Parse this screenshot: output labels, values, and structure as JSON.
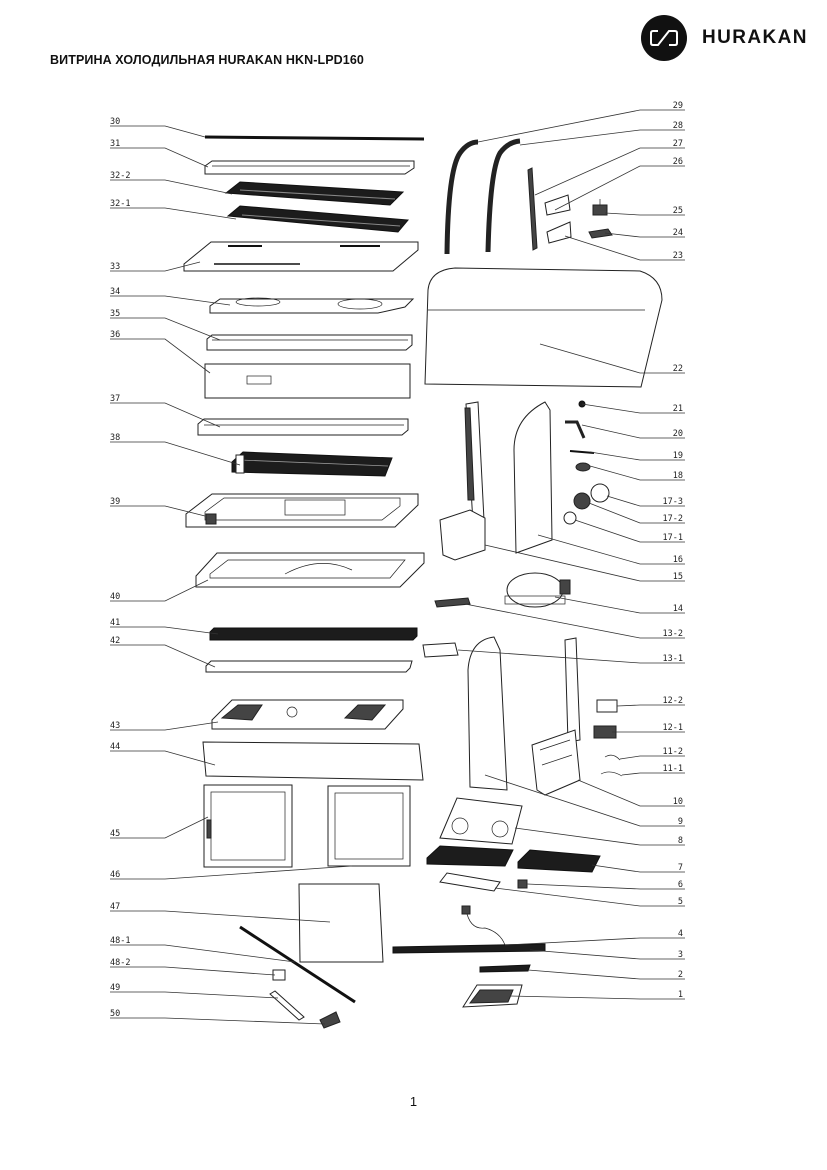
{
  "document": {
    "title": "ВИТРИНА ХОЛОДИЛЬНАЯ HURAKAN HKN-LPD160",
    "brand": "HURAKAN",
    "page_number": "1"
  },
  "icons": {
    "brand_logo": "hurakan-logo-icon"
  },
  "callouts_left": [
    "30",
    "31",
    "32-2",
    "32-1",
    "33",
    "34",
    "35",
    "36",
    "37",
    "38",
    "39",
    "40",
    "41",
    "42",
    "43",
    "44",
    "45",
    "46",
    "47",
    "48-1",
    "48-2",
    "49",
    "50"
  ],
  "callouts_right": [
    "29",
    "28",
    "27",
    "26",
    "25",
    "24",
    "23",
    "22",
    "21",
    "20",
    "19",
    "18",
    "17-3",
    "17-2",
    "17-1",
    "16",
    "15",
    "14",
    "13-2",
    "13-1",
    "12-2",
    "12-1",
    "11-2",
    "11-1",
    "10",
    "9",
    "8",
    "7",
    "6",
    "5",
    "4",
    "3",
    "2",
    "1"
  ]
}
